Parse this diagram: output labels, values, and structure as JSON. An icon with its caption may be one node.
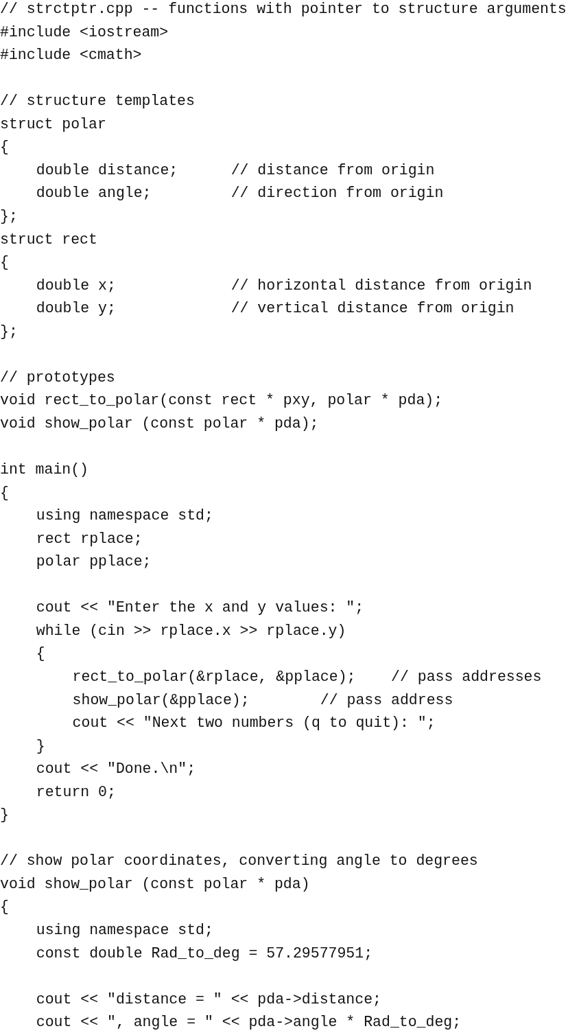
{
  "diagram": {
    "labels": [
      "// strctptr.cpp -- functions with pointer to structure arguments",
      "#include <iostream>",
      "#include <cmath>",
      "// structure templates",
      "struct polar",
      "{",
      "double distance;      // distance from origin",
      "double angle;         // direction from origin",
      "};",
      "struct rect",
      "{",
      "double x;             // horizontal distance from origin",
      "double y;             // vertical distance from origin",
      "};",
      "// prototypes",
      "void rect_to_polar(const rect * pxy, polar * pda);",
      "void show_polar (const polar * pda);",
      "int main()",
      "{",
      "using namespace std;",
      "rect rplace;",
      "polar pplace;",
      "cout << \"Enter the x and y values: \";",
      "while (cin >> rplace.x >> rplace.y)",
      "{",
      "rect_to_polar(&rplace, &pplace);    // pass addresses",
      "show_polar(&pplace);        // pass address",
      "cout << \"Next two numbers (q to quit): \";",
      "}",
      "cout << \"Done.\\n\";",
      "return 0;",
      "}",
      "// show polar coordinates, converting angle to degrees",
      "void show_polar (const polar * pda)",
      "{",
      "using namespace std;",
      "const double Rad_to_deg = 57.29577951;",
      "cout << \"distance = \" << pda->distance;",
      "cout << \", angle = \" << pda->angle * Rad_to_deg;"
    ]
  }
}
